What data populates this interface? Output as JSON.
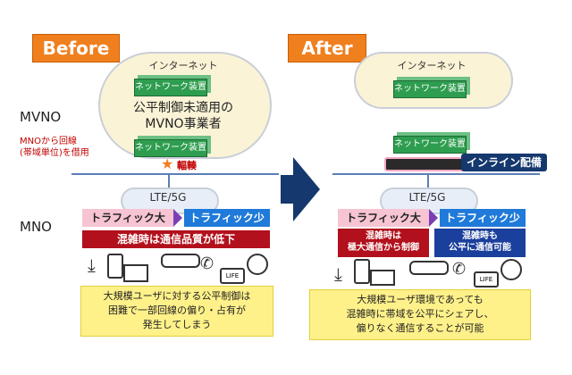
{
  "before": {
    "tag": "Before",
    "internet": "インターネット",
    "net_device": "ネットワーク装置",
    "mvno_text_1": "公平制御未適用の",
    "mvno_text_2": "MVNO事業者",
    "congestion": "輻輳",
    "lte": "LTE/5G",
    "traffic_large": "トラフィック大",
    "traffic_small": "トラフィック少",
    "degrade": "混雑時は通信品質が低下",
    "summary_1": "大規模ユーザに対する公平制御は",
    "summary_2": "困難で一部回線の偏り・占有が",
    "summary_3": "発生してしまう"
  },
  "after": {
    "tag": "After",
    "internet": "インターネット",
    "net_device": "ネットワーク装置",
    "inline": "インライン配備",
    "lte": "LTE/5G",
    "traffic_large": "トラフィック大",
    "traffic_small": "トラフィック少",
    "large_note_1": "混雑時は",
    "large_note_2": "極大通信から制御",
    "small_note_1": "混雑時も",
    "small_note_2": "公平に通信可能",
    "summary_1": "大規模ユーザ環境であっても",
    "summary_2": "混雑時に帯域を公平にシェアし、",
    "summary_3": "偏りなく通信することが可能"
  },
  "labels": {
    "mvno": "MVNO",
    "mno": "MNO",
    "borrow_1": "MNOから回線",
    "borrow_2": "(帯域単位)を借用",
    "life": "LIFE"
  },
  "colors": {
    "orange": "#f07f1e",
    "green": "#2e9d4f",
    "pink": "#f6c4d3",
    "blue": "#1f7ad9",
    "red": "#b2101c",
    "yellow": "#fff18a",
    "navy": "#15386e"
  }
}
